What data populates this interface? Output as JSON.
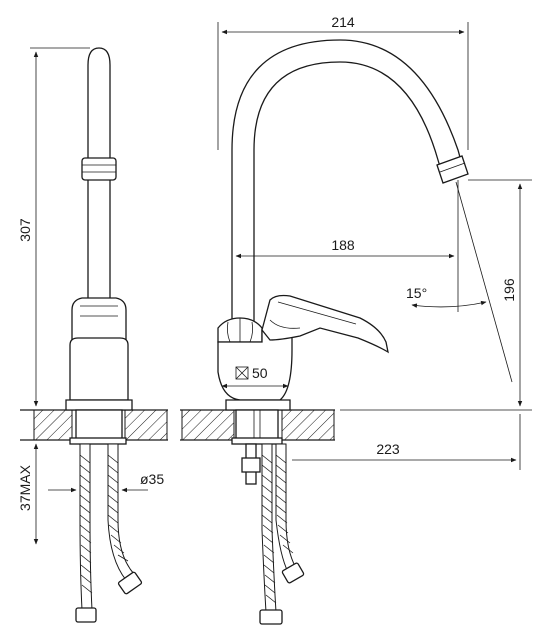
{
  "dimensions": {
    "overall_height": "307",
    "spout_reach": "214",
    "spout_inner_reach": "188",
    "spout_height": "196",
    "swivel_angle": "15°",
    "lever_size": "50",
    "outlet_offset": "223",
    "hole_diameter": "ø35",
    "max_counter_thickness": "37MAX"
  },
  "colors": {
    "line": "#1a1a1a",
    "background": "#ffffff"
  }
}
